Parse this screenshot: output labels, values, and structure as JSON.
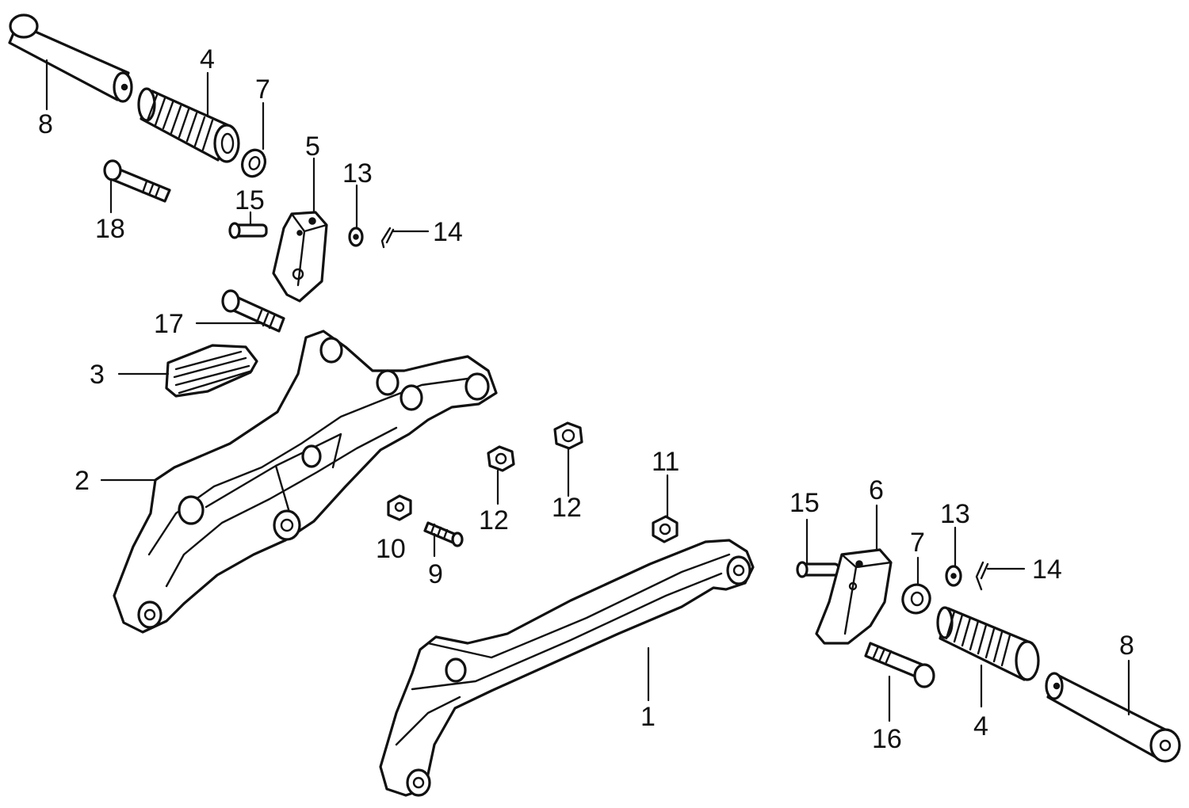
{
  "diagram": {
    "background": "#ffffff",
    "ink": "#111111",
    "callouts": {
      "c8a": "8",
      "c4a": "4",
      "c7a": "7",
      "c5": "5",
      "c13a": "13",
      "c15a": "15",
      "c18": "18",
      "c14a": "14",
      "c17": "17",
      "c3": "3",
      "c2": "2",
      "c12a": "12",
      "c12b": "12",
      "c11": "11",
      "c10": "10",
      "c9": "9",
      "c15b": "15",
      "c6": "6",
      "c7b": "7",
      "c13b": "13",
      "c14b": "14",
      "c8b": "8",
      "c1": "1",
      "c16": "16",
      "c4b": "4"
    }
  }
}
